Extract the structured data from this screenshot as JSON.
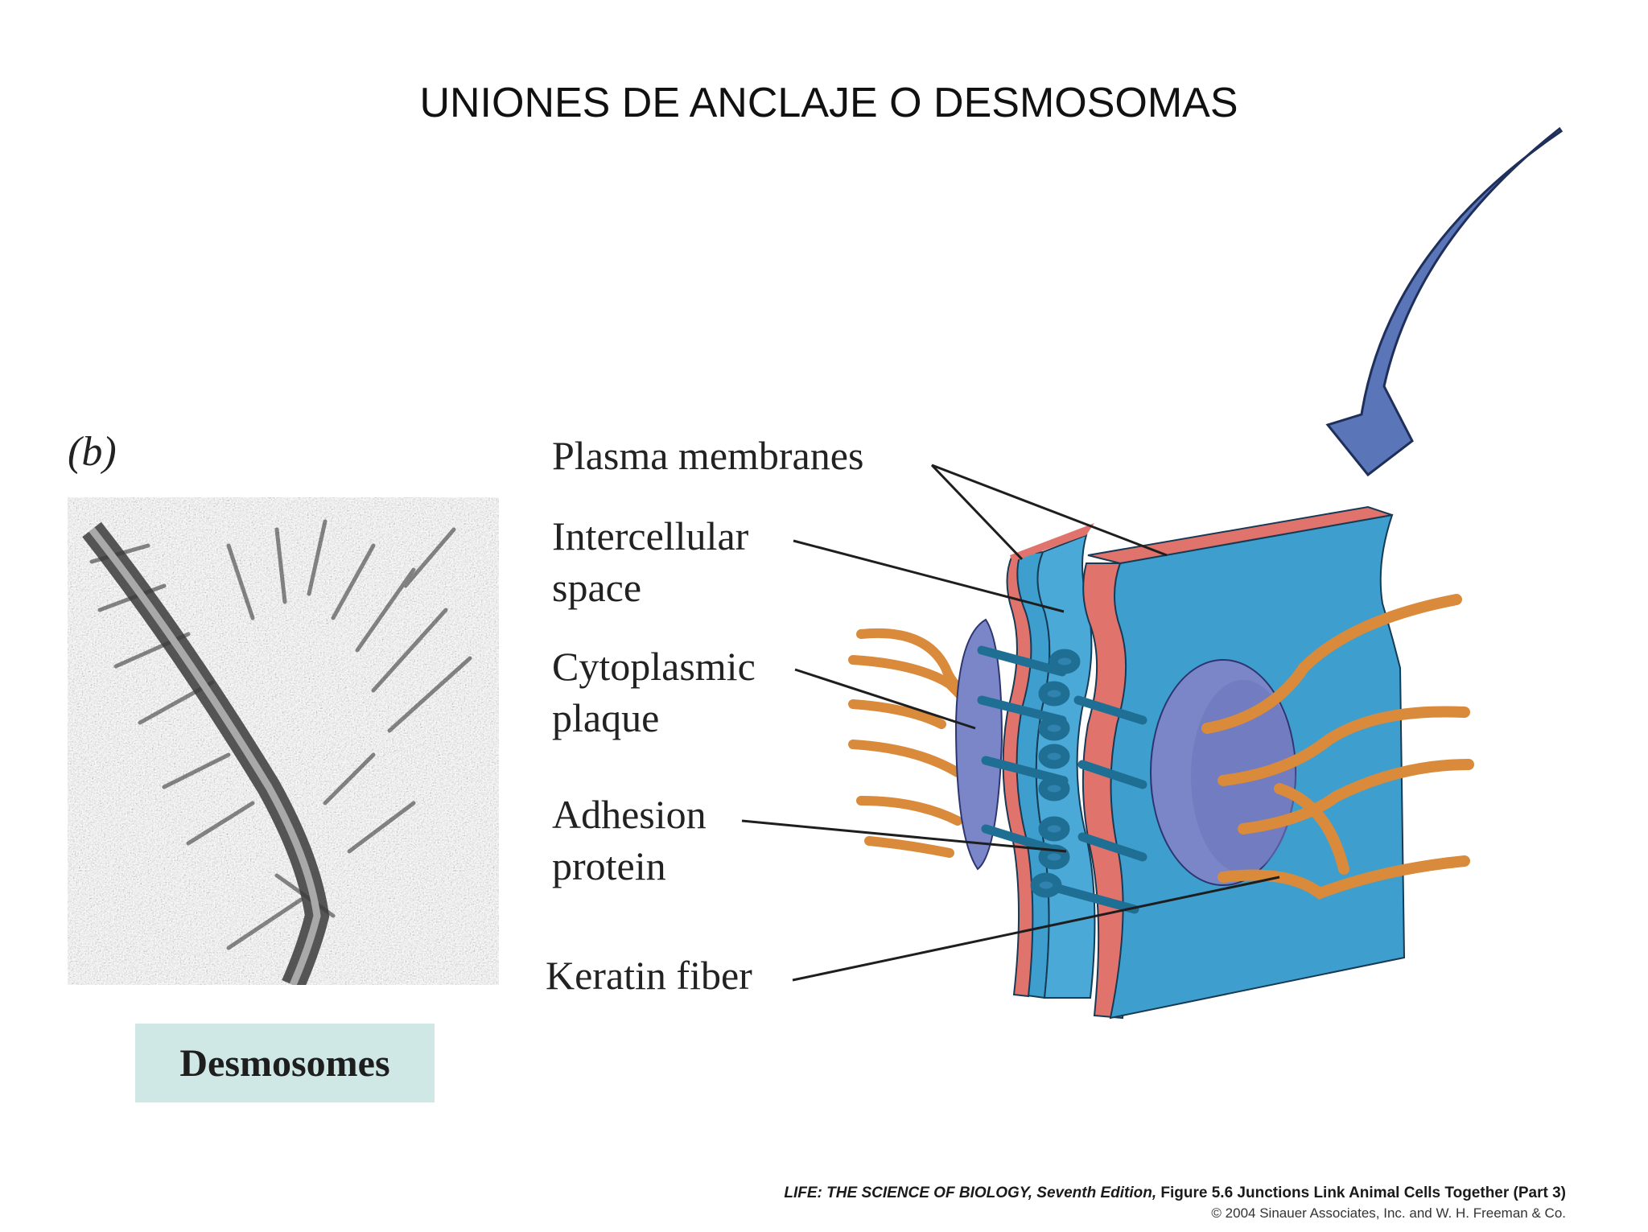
{
  "title": "UNIONES DE ANCLAJE O DESMOSOMAS",
  "panel_tag": "(b)",
  "micrograph_caption": "Desmosomes",
  "labels": {
    "plasma_membranes": "Plasma membranes",
    "intercellular_1": "Intercellular",
    "intercellular_2": "space",
    "cytoplasmic_1": "Cytoplasmic",
    "cytoplasmic_2": "plaque",
    "adhesion_1": "Adhesion",
    "adhesion_2": "protein",
    "keratin": "Keratin fiber"
  },
  "credit": {
    "book": "LIFE: THE SCIENCE OF BIOLOGY, Seventh Edition,",
    "figure": " Figure 5.6 Junctions Link Animal Cells Together (Part 3)",
    "copyright": "© 2004 Sinauer Associates, Inc. and W. H. Freeman & Co."
  },
  "colors": {
    "membrane_blue": "#3e9fcf",
    "membrane_pink": "#e0736c",
    "plaque_purple": "#7a86c8",
    "keratin_orange": "#d98a3a",
    "arrow_blue": "#5a75b8",
    "caption_bg": "#cfe8e6"
  }
}
